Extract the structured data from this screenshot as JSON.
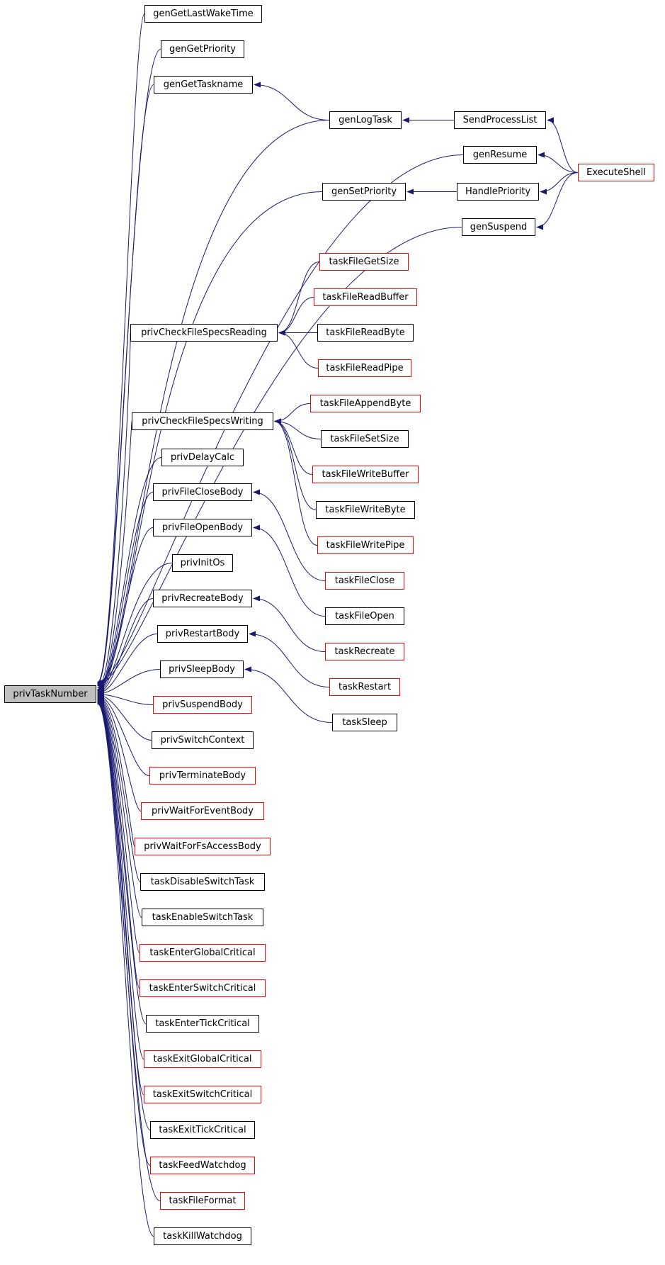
{
  "colors": {
    "edge": "#191970",
    "link_border": "#000000",
    "undocumented_border": "#ff0000",
    "root_fill": "#bfbfbf"
  },
  "nodes": {
    "privTaskNumber": {
      "label": "privTaskNumber",
      "color": "black",
      "root": true
    },
    "genGetLastWakeTime": {
      "label": "genGetLastWakeTime",
      "color": "black"
    },
    "genGetPriority": {
      "label": "genGetPriority",
      "color": "black"
    },
    "genGetTaskname": {
      "label": "genGetTaskname",
      "color": "black"
    },
    "genLogTask": {
      "label": "genLogTask",
      "color": "black"
    },
    "SendProcessList": {
      "label": "SendProcessList",
      "color": "black"
    },
    "genResume": {
      "label": "genResume",
      "color": "black"
    },
    "ExecuteShell": {
      "label": "ExecuteShell",
      "color": "red"
    },
    "genSetPriority": {
      "label": "genSetPriority",
      "color": "black"
    },
    "HandlePriority": {
      "label": "HandlePriority",
      "color": "black"
    },
    "genSuspend": {
      "label": "genSuspend",
      "color": "black"
    },
    "taskFileGetSize": {
      "label": "taskFileGetSize",
      "color": "red"
    },
    "taskFileReadBuffer": {
      "label": "taskFileReadBuffer",
      "color": "red"
    },
    "privCheckFileSpecsReading": {
      "label": "privCheckFileSpecsReading",
      "color": "black"
    },
    "taskFileReadByte": {
      "label": "taskFileReadByte",
      "color": "black"
    },
    "taskFileReadPipe": {
      "label": "taskFileReadPipe",
      "color": "red"
    },
    "taskFileAppendByte": {
      "label": "taskFileAppendByte",
      "color": "red"
    },
    "privCheckFileSpecsWriting": {
      "label": "privCheckFileSpecsWriting",
      "color": "black"
    },
    "taskFileSetSize": {
      "label": "taskFileSetSize",
      "color": "black"
    },
    "privDelayCalc": {
      "label": "privDelayCalc",
      "color": "black"
    },
    "taskFileWriteBuffer": {
      "label": "taskFileWriteBuffer",
      "color": "red"
    },
    "privFileCloseBody": {
      "label": "privFileCloseBody",
      "color": "black"
    },
    "taskFileWriteByte": {
      "label": "taskFileWriteByte",
      "color": "black"
    },
    "privFileOpenBody": {
      "label": "privFileOpenBody",
      "color": "black"
    },
    "taskFileWritePipe": {
      "label": "taskFileWritePipe",
      "color": "red"
    },
    "privInitOs": {
      "label": "privInitOs",
      "color": "black"
    },
    "taskFileClose": {
      "label": "taskFileClose",
      "color": "red"
    },
    "privRecreateBody": {
      "label": "privRecreateBody",
      "color": "black"
    },
    "taskFileOpen": {
      "label": "taskFileOpen",
      "color": "black"
    },
    "privRestartBody": {
      "label": "privRestartBody",
      "color": "black"
    },
    "taskRecreate": {
      "label": "taskRecreate",
      "color": "red"
    },
    "privSleepBody": {
      "label": "privSleepBody",
      "color": "black"
    },
    "taskRestart": {
      "label": "taskRestart",
      "color": "red"
    },
    "privSuspendBody": {
      "label": "privSuspendBody",
      "color": "red"
    },
    "taskSleep": {
      "label": "taskSleep",
      "color": "black"
    },
    "privSwitchContext": {
      "label": "privSwitchContext",
      "color": "black"
    },
    "privTerminateBody": {
      "label": "privTerminateBody",
      "color": "red"
    },
    "privWaitForEventBody": {
      "label": "privWaitForEventBody",
      "color": "red"
    },
    "privWaitForFsAccessBody": {
      "label": "privWaitForFsAccessBody",
      "color": "red"
    },
    "taskDisableSwitchTask": {
      "label": "taskDisableSwitchTask",
      "color": "black"
    },
    "taskEnableSwitchTask": {
      "label": "taskEnableSwitchTask",
      "color": "black"
    },
    "taskEnterGlobalCritical": {
      "label": "taskEnterGlobalCritical",
      "color": "red"
    },
    "taskEnterSwitchCritical": {
      "label": "taskEnterSwitchCritical",
      "color": "red"
    },
    "taskEnterTickCritical": {
      "label": "taskEnterTickCritical",
      "color": "black"
    },
    "taskExitGlobalCritical": {
      "label": "taskExitGlobalCritical",
      "color": "red"
    },
    "taskExitSwitchCritical": {
      "label": "taskExitSwitchCritical",
      "color": "red"
    },
    "taskExitTickCritical": {
      "label": "taskExitTickCritical",
      "color": "black"
    },
    "taskFeedWatchdog": {
      "label": "taskFeedWatchdog",
      "color": "red"
    },
    "taskFileFormat": {
      "label": "taskFileFormat",
      "color": "red"
    },
    "taskKillWatchdog": {
      "label": "taskKillWatchdog",
      "color": "black"
    }
  },
  "edges": [
    [
      "genGetLastWakeTime",
      "privTaskNumber"
    ],
    [
      "genGetPriority",
      "privTaskNumber"
    ],
    [
      "genGetTaskname",
      "privTaskNumber"
    ],
    [
      "genLogTask",
      "privTaskNumber"
    ],
    [
      "genResume",
      "privTaskNumber"
    ],
    [
      "genSetPriority",
      "privTaskNumber"
    ],
    [
      "genSuspend",
      "privTaskNumber"
    ],
    [
      "privCheckFileSpecsReading",
      "privTaskNumber"
    ],
    [
      "privCheckFileSpecsWriting",
      "privTaskNumber"
    ],
    [
      "privDelayCalc",
      "privTaskNumber"
    ],
    [
      "privFileCloseBody",
      "privTaskNumber"
    ],
    [
      "privFileOpenBody",
      "privTaskNumber"
    ],
    [
      "privInitOs",
      "privTaskNumber"
    ],
    [
      "privRecreateBody",
      "privTaskNumber"
    ],
    [
      "privRestartBody",
      "privTaskNumber"
    ],
    [
      "privSleepBody",
      "privTaskNumber"
    ],
    [
      "privSuspendBody",
      "privTaskNumber"
    ],
    [
      "privSwitchContext",
      "privTaskNumber"
    ],
    [
      "privTerminateBody",
      "privTaskNumber"
    ],
    [
      "privWaitForEventBody",
      "privTaskNumber"
    ],
    [
      "privWaitForFsAccessBody",
      "privTaskNumber"
    ],
    [
      "taskDisableSwitchTask",
      "privTaskNumber"
    ],
    [
      "taskEnableSwitchTask",
      "privTaskNumber"
    ],
    [
      "taskEnterGlobalCritical",
      "privTaskNumber"
    ],
    [
      "taskEnterSwitchCritical",
      "privTaskNumber"
    ],
    [
      "taskEnterTickCritical",
      "privTaskNumber"
    ],
    [
      "taskExitGlobalCritical",
      "privTaskNumber"
    ],
    [
      "taskExitSwitchCritical",
      "privTaskNumber"
    ],
    [
      "taskExitTickCritical",
      "privTaskNumber"
    ],
    [
      "taskFeedWatchdog",
      "privTaskNumber"
    ],
    [
      "taskFileFormat",
      "privTaskNumber"
    ],
    [
      "taskKillWatchdog",
      "privTaskNumber"
    ],
    [
      "genLogTask",
      "genGetTaskname"
    ],
    [
      "SendProcessList",
      "genLogTask"
    ],
    [
      "ExecuteShell",
      "SendProcessList"
    ],
    [
      "ExecuteShell",
      "genResume"
    ],
    [
      "HandlePriority",
      "genSetPriority"
    ],
    [
      "ExecuteShell",
      "HandlePriority"
    ],
    [
      "ExecuteShell",
      "genSuspend"
    ],
    [
      "taskFileGetSize",
      "privCheckFileSpecsReading"
    ],
    [
      "taskFileReadBuffer",
      "privCheckFileSpecsReading"
    ],
    [
      "taskFileReadByte",
      "privCheckFileSpecsReading"
    ],
    [
      "taskFileReadPipe",
      "privCheckFileSpecsReading"
    ],
    [
      "taskFileAppendByte",
      "privCheckFileSpecsWriting"
    ],
    [
      "taskFileSetSize",
      "privCheckFileSpecsWriting"
    ],
    [
      "taskFileWriteBuffer",
      "privCheckFileSpecsWriting"
    ],
    [
      "taskFileWriteByte",
      "privCheckFileSpecsWriting"
    ],
    [
      "taskFileWritePipe",
      "privCheckFileSpecsWriting"
    ],
    [
      "taskFileClose",
      "privFileCloseBody"
    ],
    [
      "taskFileOpen",
      "privFileOpenBody"
    ],
    [
      "taskRecreate",
      "privRecreateBody"
    ],
    [
      "taskRestart",
      "privRestartBody"
    ],
    [
      "taskSleep",
      "privSleepBody"
    ]
  ]
}
